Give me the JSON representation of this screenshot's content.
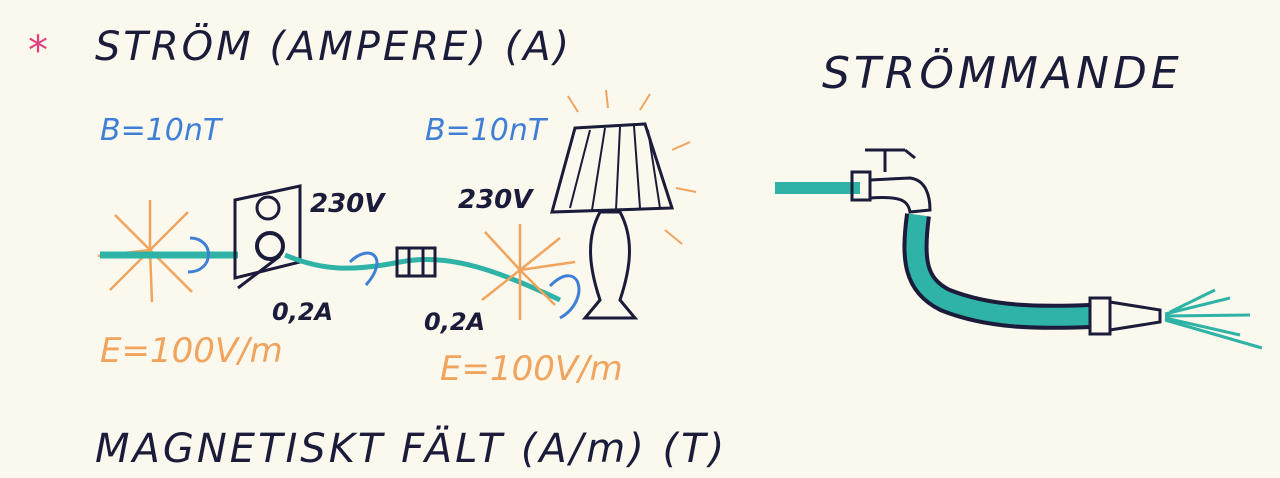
{
  "title": {
    "star": "*",
    "main": "STRÖM (AMPERE) (A)"
  },
  "right_title": "STRÖMMANDE",
  "bottom_title": "MAGNETISKT FÄLT (A/m) (T)",
  "labels": {
    "b_left": "B=10nT",
    "b_right": "B=10nT",
    "voltage_outlet": "230V",
    "voltage_lamp": "230V",
    "current_left": "0,2A",
    "current_right": "0,2A",
    "e_left": "E=100V/m",
    "e_right": "E=100V/m"
  },
  "colors": {
    "ink": "#1b1b3a",
    "blue_label": "#3f7fd6",
    "orange_field": "#f0a45e",
    "cable_teal": "#2fb3a6",
    "star_pink": "#e0407f",
    "background": "#fbf8ee"
  },
  "icons": [
    "wall-outlet-icon",
    "cable-switch-icon",
    "table-lamp-icon",
    "water-tap-icon",
    "garden-hose-icon",
    "water-spray-icon"
  ]
}
